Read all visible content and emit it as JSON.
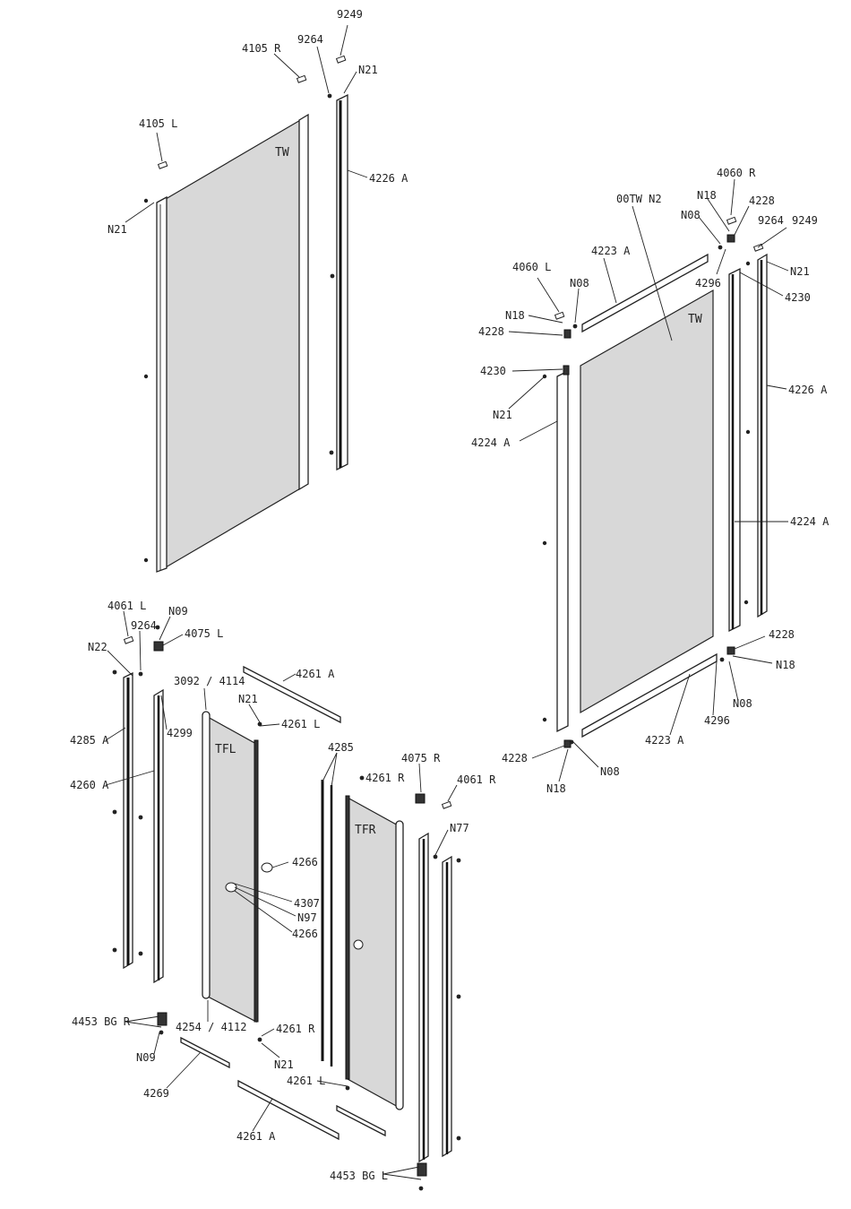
{
  "labels": {
    "tl_9249": "9249",
    "tl_4105r": "4105 R",
    "tl_9264": "9264",
    "tl_n21_top": "N21",
    "tl_4105l": "4105 L",
    "tl_tw": "TW",
    "tl_4226a": "4226 A",
    "tl_n21_left": "N21",
    "r_4060r": "4060 R",
    "r_n18_top": "N18",
    "r_4228_top": "4228",
    "r_00twn2": "00TW N2",
    "r_n08_top": "N08",
    "r_9264": "9264",
    "r_9249": "9249",
    "r_4223a_top": "4223 A",
    "r_n21_right": "N21",
    "r_4060l": "4060 L",
    "r_n08_mid": "N08",
    "r_4296_top": "4296",
    "r_4230_right": "4230",
    "r_n18_left": "N18",
    "r_tw": "TW",
    "r_4228_left": "4228",
    "r_4230_left": "4230",
    "r_4226a": "4226 A",
    "r_n21_left": "N21",
    "r_4224a_left": "4224 A",
    "r_4224a_right": "4224 A",
    "r_4228_br": "4228",
    "r_n18_br": "N18",
    "r_n08_br": "N08",
    "r_4296_bot": "4296",
    "r_4223a_bot": "4223 A",
    "r_4228_bl": "4228",
    "r_n08_bl": "N08",
    "r_n18_bl": "N18",
    "b_4061l": "4061 L",
    "b_n09_top": "N09",
    "b_9264": "9264",
    "b_4075l": "4075 L",
    "b_n22": "N22",
    "b_4261a_top": "4261 A",
    "b_3092_4114": "3092 / 4114",
    "b_4299": "4299",
    "b_n21_top": "N21",
    "b_4261l_top": "4261 L",
    "b_4285a": "4285 A",
    "b_tfl": "TFL",
    "b_4285": "4285",
    "b_4075r": "4075 R",
    "b_4261r_top": "4261 R",
    "b_4061r": "4061 R",
    "b_4260a": "4260 A",
    "b_tfr": "TFR",
    "b_n77": "N77",
    "b_4266_top": "4266",
    "b_4307": "4307",
    "b_n97": "N97",
    "b_4266_bot": "4266",
    "b_4453bgr": "4453 BG R",
    "b_4254_4112": "4254 / 4112",
    "b_4261r_bot": "4261 R",
    "b_n09_bot": "N09",
    "b_n21_bot": "N21",
    "b_4269": "4269",
    "b_4261l_bot": "4261 L",
    "b_4261a_bot": "4261 A",
    "b_4453bgl": "4453 BG L"
  }
}
